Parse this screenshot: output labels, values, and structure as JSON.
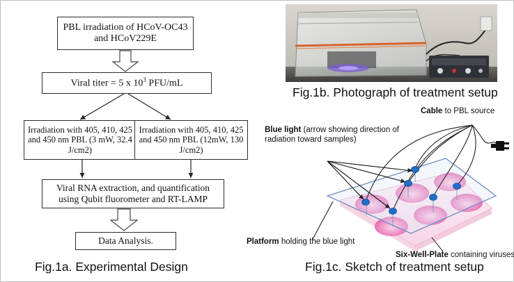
{
  "flowchart": {
    "step1": "PBL irradiation of HCoV-OC43 and HCoV229E",
    "step2_prefix": "Viral titer = 5 x 10",
    "step2_exp": "3",
    "step2_suffix": " PFU/mL",
    "step3a": "Irradiation with 405, 410, 425 and 450 nm PBL (3 mW, 32.4 J/cm2)",
    "step3b": "Irradiation with 405, 410, 425 and 450 nm PBL (12mW, 130 J/cm2)",
    "step4": "Viral RNA extraction, and quantification using Qubit fluorometer and RT-LAMP",
    "step5": "Data Analysis.",
    "caption": "Fig.1a. Experimental Design"
  },
  "photo": {
    "caption": "Fig.1b. Photograph of treatment setup"
  },
  "sketch": {
    "caption": "Fig.1c. Sketch of treatment setup",
    "cable_bold": "Cable",
    "cable_rest": " to PBL source",
    "blue_bold": "Blue light",
    "blue_rest": " (arrow showing direction of radiation toward samples)",
    "platform_bold": "Platform",
    "platform_rest": " holding the blue light",
    "plate_bold": "Six-Well-Plate",
    "plate_rest": " containing viruses"
  },
  "colors": {
    "blue_dot": "#1f6fc9",
    "well_pink": "#ee6fb6",
    "platform_edge": "#6f8fc0"
  }
}
